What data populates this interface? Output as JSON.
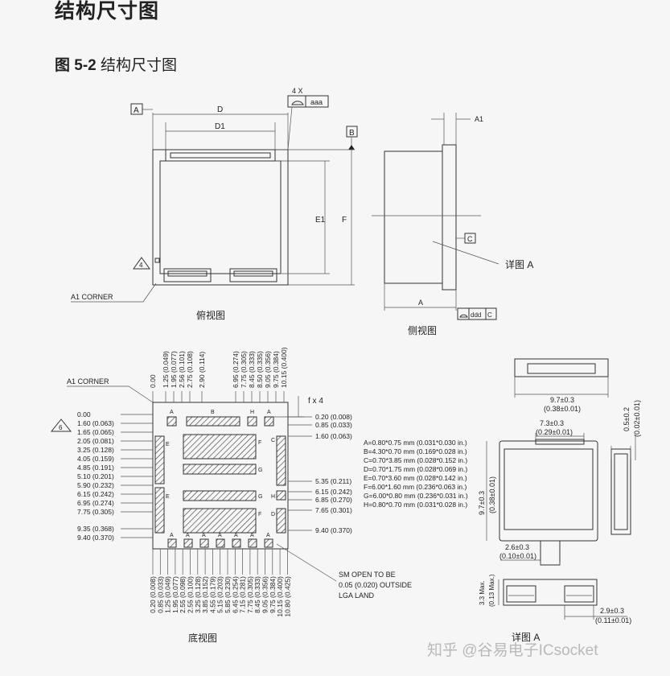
{
  "title": "结构尺寸图",
  "figure": {
    "number": "图 5-2",
    "caption": "结构尺寸图"
  },
  "top_view": {
    "label": "俯视图",
    "dims": {
      "D": "D",
      "D1": "D1",
      "E1": "E1",
      "F": "F"
    },
    "datum_a": "A",
    "datum_b": "B",
    "tol_count": "4 X",
    "tol_value": "aaa",
    "corner_note_num": "4",
    "a1_corner": "A1  CORNER"
  },
  "side_view": {
    "label": "侧视图",
    "dim_a1": "A1",
    "dim_a": "A",
    "datum_c": "C",
    "tol_value": "ddd",
    "tol_ref": "C",
    "detail_ref": "详图 A"
  },
  "bottom_view": {
    "label": "底视图",
    "a1_corner": "A1  CORNER",
    "note_num": "6",
    "top_ticks": [
      "0.00",
      "1.25 (0.049)",
      "1.95 (0.077)",
      "2.56 (0.101)",
      "2.75 (0.108)",
      "2.90 (0.114)",
      "6.95 (0.274)",
      "7.75 (0.305)",
      "8.45 (0.333)",
      "8.50 (0.335)",
      "9.05 (0.356)",
      "9.75 (0.384)",
      "10.15 (0.400)"
    ],
    "left_ticks": [
      "0.00",
      "1.60 (0.063)",
      "1.65 (0.065)",
      "2.05 (0.081)",
      "3.25 (0.128)",
      "4.05 (0.159)",
      "4.85 (0.191)",
      "5.10 (0.201)",
      "5.90 (0.232)",
      "6.15 (0.242)",
      "6.95 (0.274)",
      "7.75 (0.305)",
      "9.35 (0.368)",
      "9.40 (0.370)"
    ],
    "right_ticks": [
      "0.20 (0.008)",
      "0.85 (0.033)",
      "1.60 (0.063)",
      "5.35 (0.211)",
      "6.15 (0.242)",
      "6.85 (0.270)",
      "7.65 (0.301)",
      "9.40 (0.370)"
    ],
    "bottom_ticks": [
      "0.20 (0.008)",
      "0.85 (0.033)",
      "1.25 (0.049)",
      "1.95 (0.077)",
      "2.55 (0.098)",
      "2.55 (0.100)",
      "3.25 (0.128)",
      "3.85 (0.152)",
      "4.55 (0.179)",
      "5.15 (0.203)",
      "5.85 (0.230)",
      "6.45 (0.254)",
      "7.15 (0.281)",
      "7.75 (0.305)",
      "8.45 (0.333)",
      "9.05 (0.356)",
      "9.75 (0.384)",
      "10.15 (0.400)",
      "10.80 (0.425)"
    ],
    "f_note": "f x 4",
    "pad_letters": {
      "A": "A",
      "B": "B",
      "C": "C",
      "D": "D",
      "E": "E",
      "F": "F",
      "G": "G",
      "H": "H"
    },
    "legend": [
      "A=0.80*0.75 mm (0.031*0.030 in.)",
      "B=4.30*0.70 mm (0.169*0.028 in.)",
      "C=0.70*3.85 mm (0.028*0.152 in.)",
      "D=0.70*1.75 mm (0.028*0.069 in.)",
      "E=0.70*3.60 mm (0.028*0.142 in.)",
      "F=6.00*1.60 mm (0.236*0.063 in.)",
      "G=6.00*0.80 mm (0.236*0.031 in.)",
      "H=0.80*0.70 mm (0.031*0.028 in.)"
    ],
    "sm_note": [
      "SM OPEN TO BE",
      "0.05 (0.020) OUTSIDE",
      "LGA LAND"
    ]
  },
  "right_views": {
    "width_top": "9.7±0.3",
    "width_top_in": "(0.38±0.01)",
    "width_inner": "7.3±0.3",
    "width_inner_in": "(0.29±0.01)",
    "height": "9.7±0.3",
    "height_in": "(0.38±0.01)",
    "thickness": "0.5±0.2",
    "thickness_in": "(0.02±0.01)",
    "tab": "2.6±0.3",
    "tab_in": "(0.10±0.01)",
    "max_h": "3.3 Max.",
    "max_h_in": "(0.13 Max.)",
    "pad_w": "2.9±0.3",
    "pad_w_in": "(0.11±0.01)",
    "detail_label": "详图 A"
  },
  "watermark": "知乎 @谷易电子ICsocket"
}
